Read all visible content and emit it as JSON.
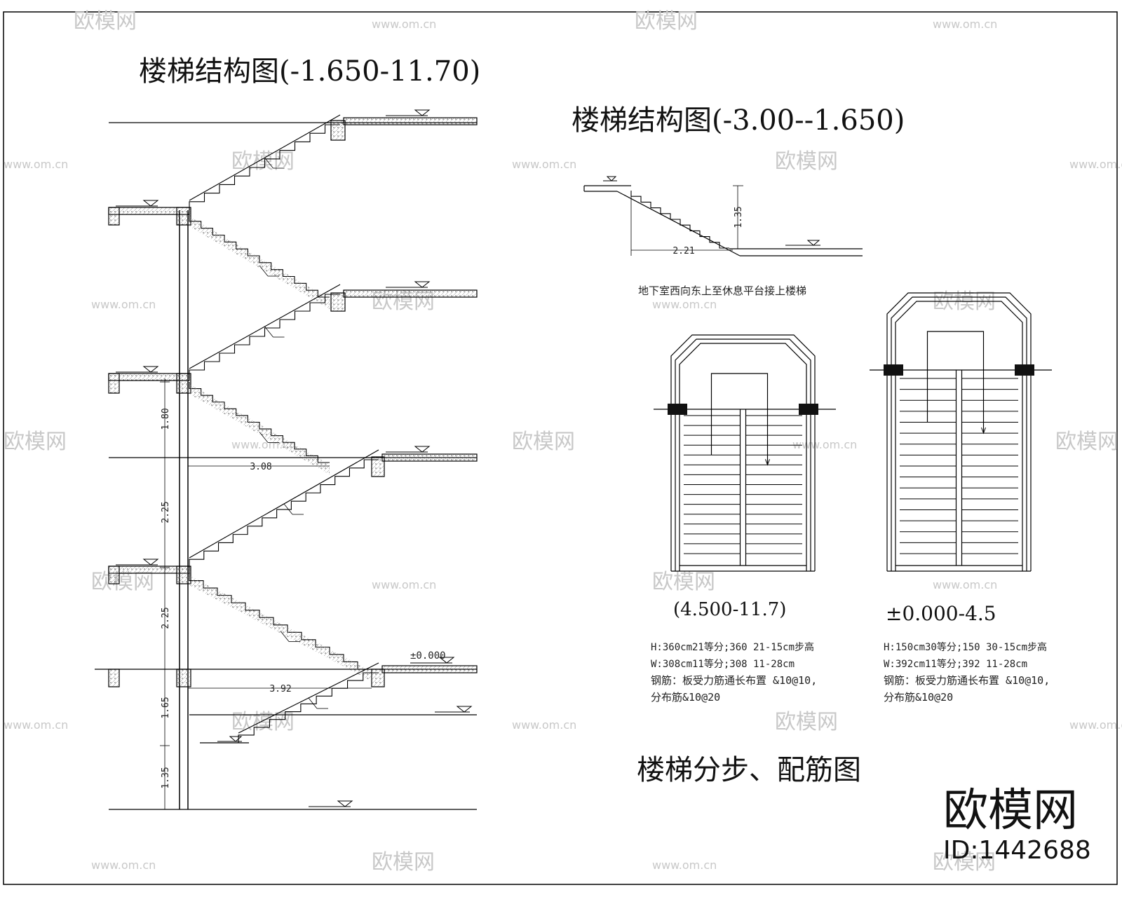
{
  "titles": {
    "main_section": "楼梯结构图(-1.650-11.70)",
    "basement_section": "楼梯结构图(-3.00--1.650)",
    "plans": "楼梯分步、配筋图"
  },
  "basement": {
    "caption": "地下室西向东上至休息平台接上楼梯",
    "dim_height": "1.35",
    "dim_length": "2.21"
  },
  "main_dims": {
    "v1": "1.80",
    "v2": "2.25",
    "v3": "2.25",
    "v4": "1.65",
    "v5": "1.35",
    "h1": "3.08",
    "h2": "3.92",
    "elev_zero": "±0.000"
  },
  "plan_left": {
    "label": "(4.500-11.7)",
    "notes": [
      "H:360cm21等分;360 21-15cm步高",
      "W:308cm11等分;308 11-28cm",
      "钢筋：板受力筋通长布置 &10@10,",
      "分布筋&10@20"
    ]
  },
  "plan_right": {
    "label": "±0.000-4.5",
    "notes": [
      "H:150cm30等分;150 30-15cm步高",
      "W:392cm11等分;392 11-28cm",
      "钢筋：板受力筋通长布置 &10@10,",
      "分布筋&10@20"
    ]
  },
  "watermark": {
    "brand": "欧模网",
    "site": "www.om.cn",
    "id": "ID:1442688"
  }
}
